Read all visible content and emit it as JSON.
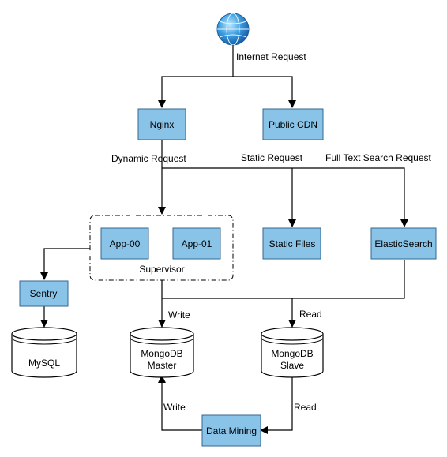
{
  "diagram": {
    "nodes": {
      "nginx": "Nginx",
      "cdn": "Public CDN",
      "app00": "App-00",
      "app01": "App-01",
      "static_files": "Static Files",
      "elasticsearch": "ElasticSearch",
      "sentry": "Sentry",
      "data_mining": "Data Mining",
      "supervisor": "Supervisor",
      "mysql": "MySQL",
      "mongo_master_1": "MongoDB",
      "mongo_master_2": "Master",
      "mongo_slave_1": "MongoDB",
      "mongo_slave_2": "Slave"
    },
    "edge_labels": {
      "internet_request": "Internet Request",
      "dynamic_request": "Dynamic Request",
      "static_request": "Static Request",
      "full_text_search_request": "Full Text Search Request",
      "write_master": "Write",
      "read_slave": "Read",
      "write_mining": "Write",
      "read_mining": "Read"
    },
    "icons": {
      "internet": "globe-icon"
    },
    "colors": {
      "node_fill": "#89c4e8",
      "node_stroke": "#36668f"
    }
  }
}
